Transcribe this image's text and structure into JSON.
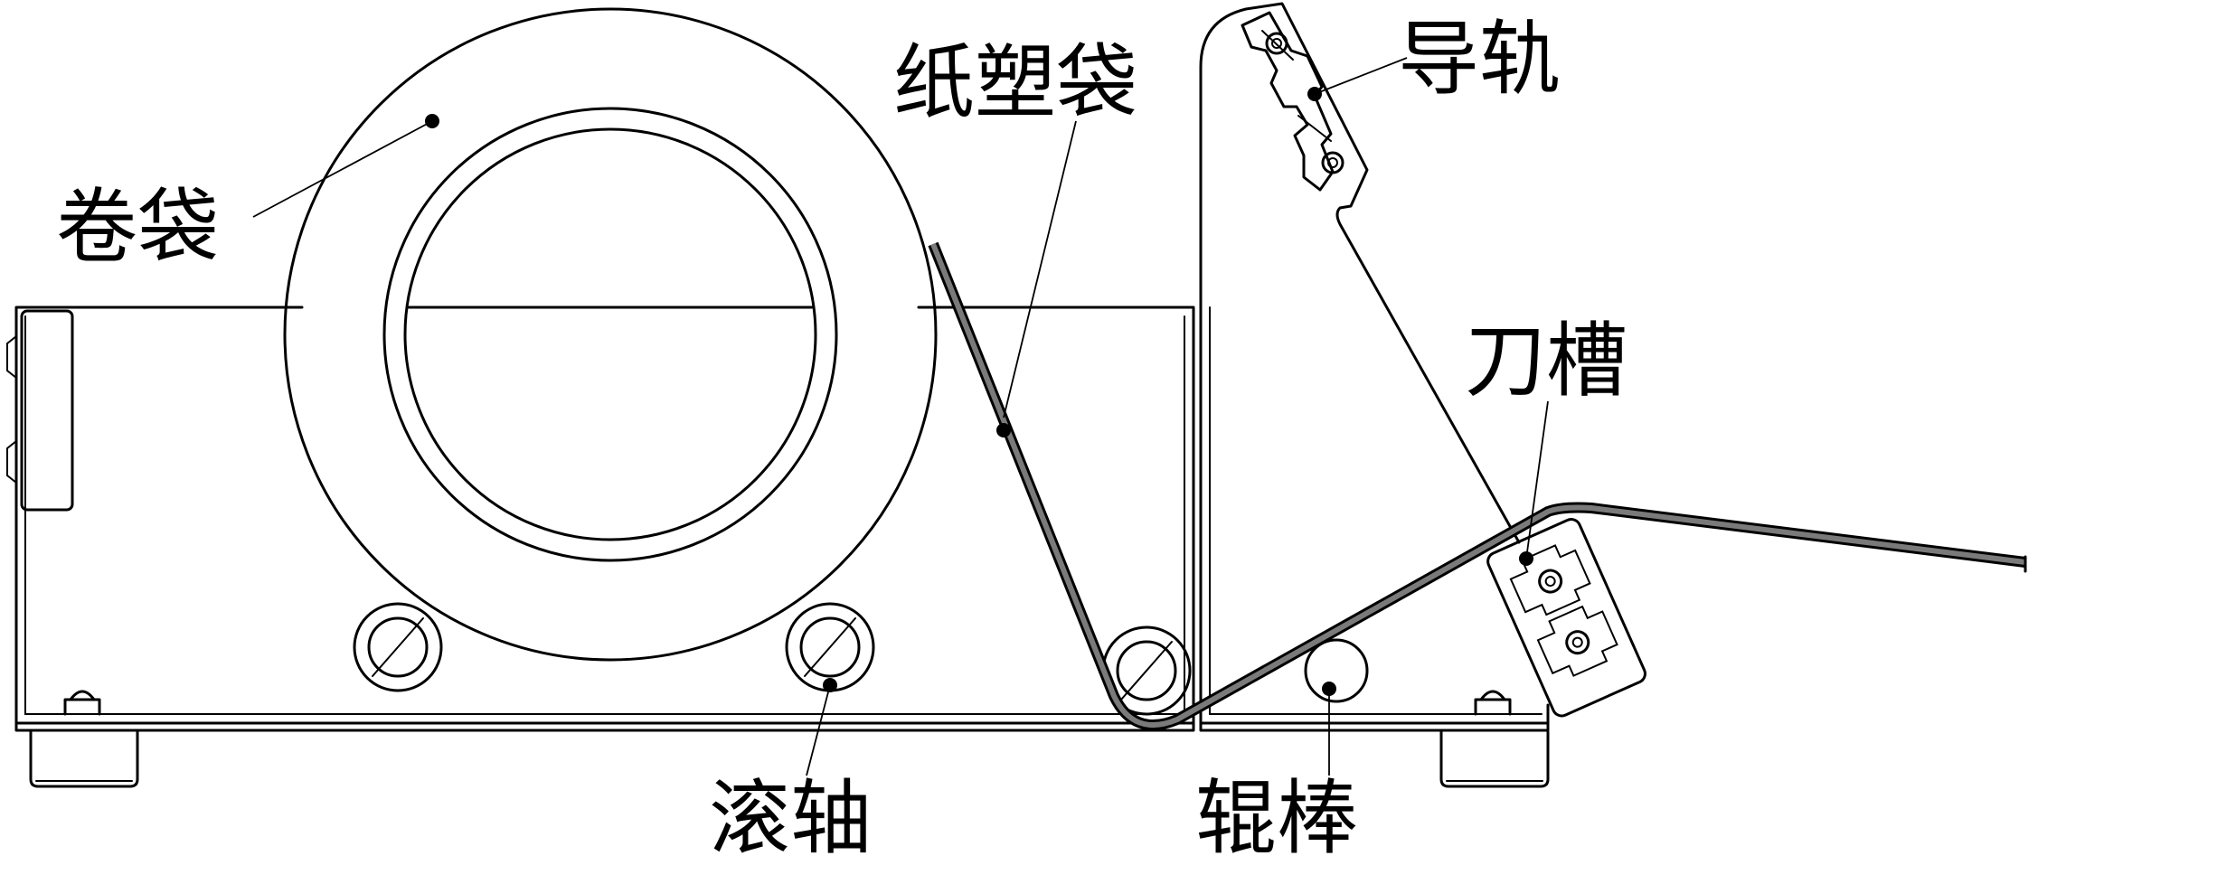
{
  "labels": {
    "roll_bag": "卷袋",
    "paper_plastic_bag": "纸塑袋",
    "guide_rail": "导轨",
    "knife_slot": "刀槽",
    "roller_shaft": "滚轴",
    "roller_rod": "辊棒"
  }
}
